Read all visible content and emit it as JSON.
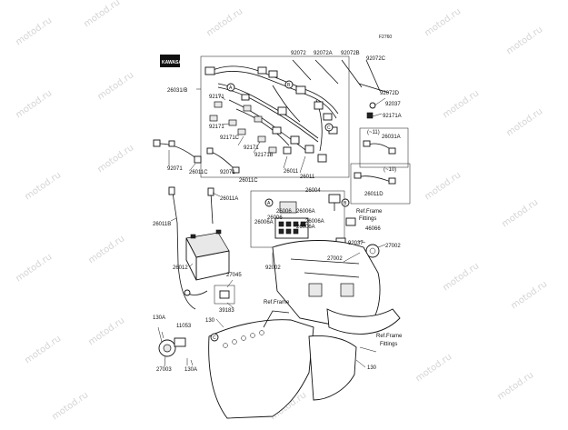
{
  "diagram_code": "F2760",
  "watermark": "motod.ru",
  "logo": "KAWASAKI",
  "part_numbers": {
    "p92072": "92072",
    "p92072A": "92072A",
    "p92072B": "92072B",
    "p92072C": "92072C",
    "p92072D": "92072D",
    "p92037a": "92037",
    "p92171A": "92171A",
    "p26031B": "26031/B",
    "p92171a": "92171",
    "p92171b": "92171",
    "p92171C": "92171C",
    "p92171c": "92171",
    "p92171B": "92171B",
    "p26011a": "26011",
    "p26011b": "26011",
    "p26031A": "26031A",
    "p92071a": "92071",
    "p26011Ca": "26011C",
    "p92071b": "92071",
    "p26011Cb": "26011C",
    "p26011D": "26011D",
    "p26011A": "26011A",
    "p26004": "26004",
    "p26006a": "26006",
    "p26006b": "26006",
    "p26006Aa": "26006A",
    "p26006Ab": "26006A",
    "p26006Ac": "26006A",
    "p26006Ad": "26006A",
    "p26011B": "26011B",
    "p46066": "46066",
    "p92037b": "92037",
    "p27002a": "27002",
    "p27002b": "27002",
    "p92002": "92002",
    "p26012": "26012",
    "p27045": "27045",
    "p39183": "39183",
    "p130a": "130",
    "p130Aa": "130A",
    "p11053": "11053",
    "p27003": "27003",
    "p130Ab": "130A",
    "p130b": "130"
  },
  "notes": {
    "note1": "(~11)",
    "note2": "(~10)",
    "ref_frame_fittings1_a": "Ref.Frame",
    "ref_frame_fittings1_b": "Fittings",
    "ref_frame": "Ref.Frame",
    "ref_frame_fittings2_a": "Ref.Frame",
    "ref_frame_fittings2_b": "Fittings"
  },
  "callouts": {
    "a1": "A",
    "b1": "B",
    "a2": "A",
    "b2": "B",
    "c1": "C",
    "c2": "C"
  }
}
